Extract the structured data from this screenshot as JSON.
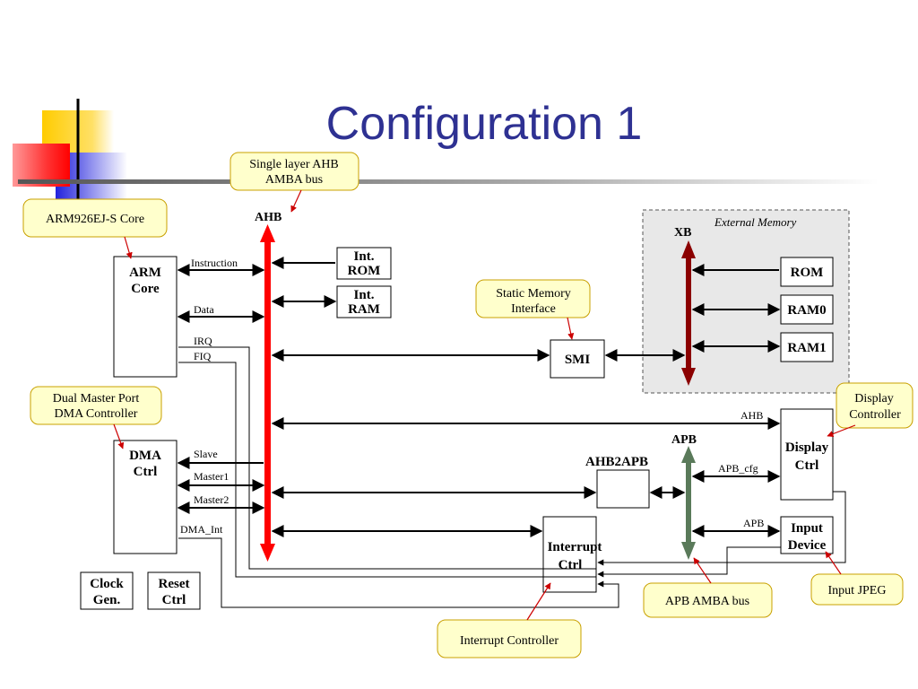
{
  "slide": {
    "title": "Configuration 1"
  },
  "colors": {
    "title": "#2e3192",
    "ahb_bus": "#ff0000",
    "xb_bus": "#8b0000",
    "apb_bus": "#5a7a5a",
    "callout_fill": "#ffffcc",
    "callout_stroke": "#c8a000",
    "pointer": "#cc0000"
  },
  "buses": {
    "ahb": "AHB",
    "xb": "XB",
    "apb": "APB",
    "ahb2apb": "AHB2APB"
  },
  "external_memory": {
    "label": "External Memory"
  },
  "blocks": {
    "arm_core": [
      "ARM",
      "Core"
    ],
    "int_rom": [
      "Int.",
      "ROM"
    ],
    "int_ram": [
      "Int.",
      "RAM"
    ],
    "smi": "SMI",
    "rom": "ROM",
    "ram0": "RAM0",
    "ram1": "RAM1",
    "dma_ctrl": [
      "DMA",
      "Ctrl"
    ],
    "display_ctrl": [
      "Display",
      "Ctrl"
    ],
    "input_device": [
      "Input",
      "Device"
    ],
    "interrupt_ctrl": [
      "Interrupt",
      "Ctrl"
    ],
    "clock_gen": [
      "Clock",
      "Gen."
    ],
    "reset_ctrl": [
      "Reset",
      "Ctrl"
    ]
  },
  "signals": {
    "instruction": "Instruction",
    "data": "Data",
    "irq": "IRQ",
    "fiq": "FIQ",
    "slave": "Slave",
    "master1": "Master1",
    "master2": "Master2",
    "dma_int": "DMA_Int",
    "ahb": "AHB",
    "apb_cfg": "APB_cfg",
    "apb": "APB"
  },
  "callouts": {
    "single_layer": [
      "Single layer AHB",
      "AMBA bus"
    ],
    "arm926": "ARM926EJ-S Core",
    "static_memory": [
      "Static Memory",
      "Interface"
    ],
    "dual_master": [
      "Dual Master Port",
      "DMA Controller"
    ],
    "display_controller": [
      "Display",
      "Controller"
    ],
    "input_jpeg": "Input JPEG",
    "apb_amba": "APB AMBA bus",
    "interrupt_controller": "Interrupt Controller"
  }
}
